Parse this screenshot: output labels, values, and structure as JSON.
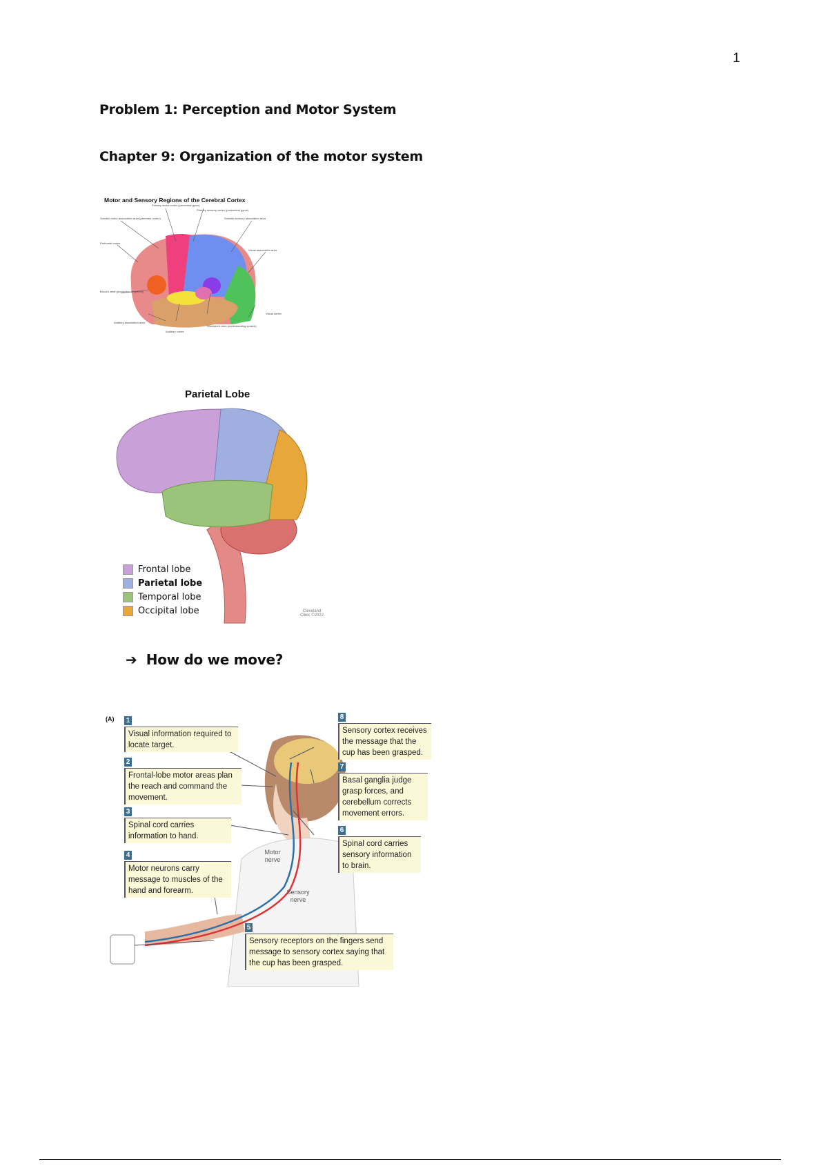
{
  "page_number": "1",
  "problem_title": "Problem 1: Perception and Motor System",
  "chapter_title": "Chapter 9: Organization of the motor system",
  "figure1": {
    "title": "Motor and Sensory Regions of the Cerebral Cortex",
    "labels": {
      "primary_motor": "Primary motor cortex (precentral gyrus)",
      "primary_sensory": "Primary sensory cortex (postcentral gyrus)",
      "somatic_motor": "Somatic motor association area (premotor cortex)",
      "somatic_sensory": "Somatic sensory association area",
      "prefrontal": "Prefrontal cortex",
      "visual_assoc": "Visual association area",
      "broca": "Broca's area (production of speech)",
      "auditory_assoc": "Auditory association area",
      "auditory": "Auditory cortex",
      "wernicke": "Wernicke's area (understanding speech)",
      "visual": "Visual cortex"
    }
  },
  "figure2": {
    "title": "Parietal Lobe",
    "legend": [
      {
        "label": "Frontal lobe",
        "color": "#c9a0d8"
      },
      {
        "label": "Parietal lobe",
        "color": "#9fb0e0"
      },
      {
        "label": "Temporal lobe",
        "color": "#9cc37a"
      },
      {
        "label": "Occipital lobe",
        "color": "#e8a73a"
      }
    ],
    "credit": "Cleveland Clinic ©2022"
  },
  "move_heading": "How do we move?",
  "figure3": {
    "panel": "(A)",
    "steps": [
      {
        "n": "1",
        "text": "Visual information required to locate target."
      },
      {
        "n": "2",
        "text": "Frontal-lobe motor areas plan the reach and command the movement."
      },
      {
        "n": "3",
        "text": "Spinal cord carries information to hand."
      },
      {
        "n": "4",
        "text": "Motor neurons carry message to muscles of the hand and forearm."
      },
      {
        "n": "5",
        "text": "Sensory receptors on the fingers send message to sensory cortex saying that the cup has been grasped."
      },
      {
        "n": "6",
        "text": "Spinal cord carries sensory information to brain."
      },
      {
        "n": "7",
        "text": "Basal ganglia judge grasp forces, and cerebellum corrects movement errors."
      },
      {
        "n": "8",
        "text": "Sensory cortex receives the message that the cup has been grasped."
      }
    ],
    "motor_nerve": "Motor nerve",
    "sensory_nerve": "Sensory nerve"
  }
}
